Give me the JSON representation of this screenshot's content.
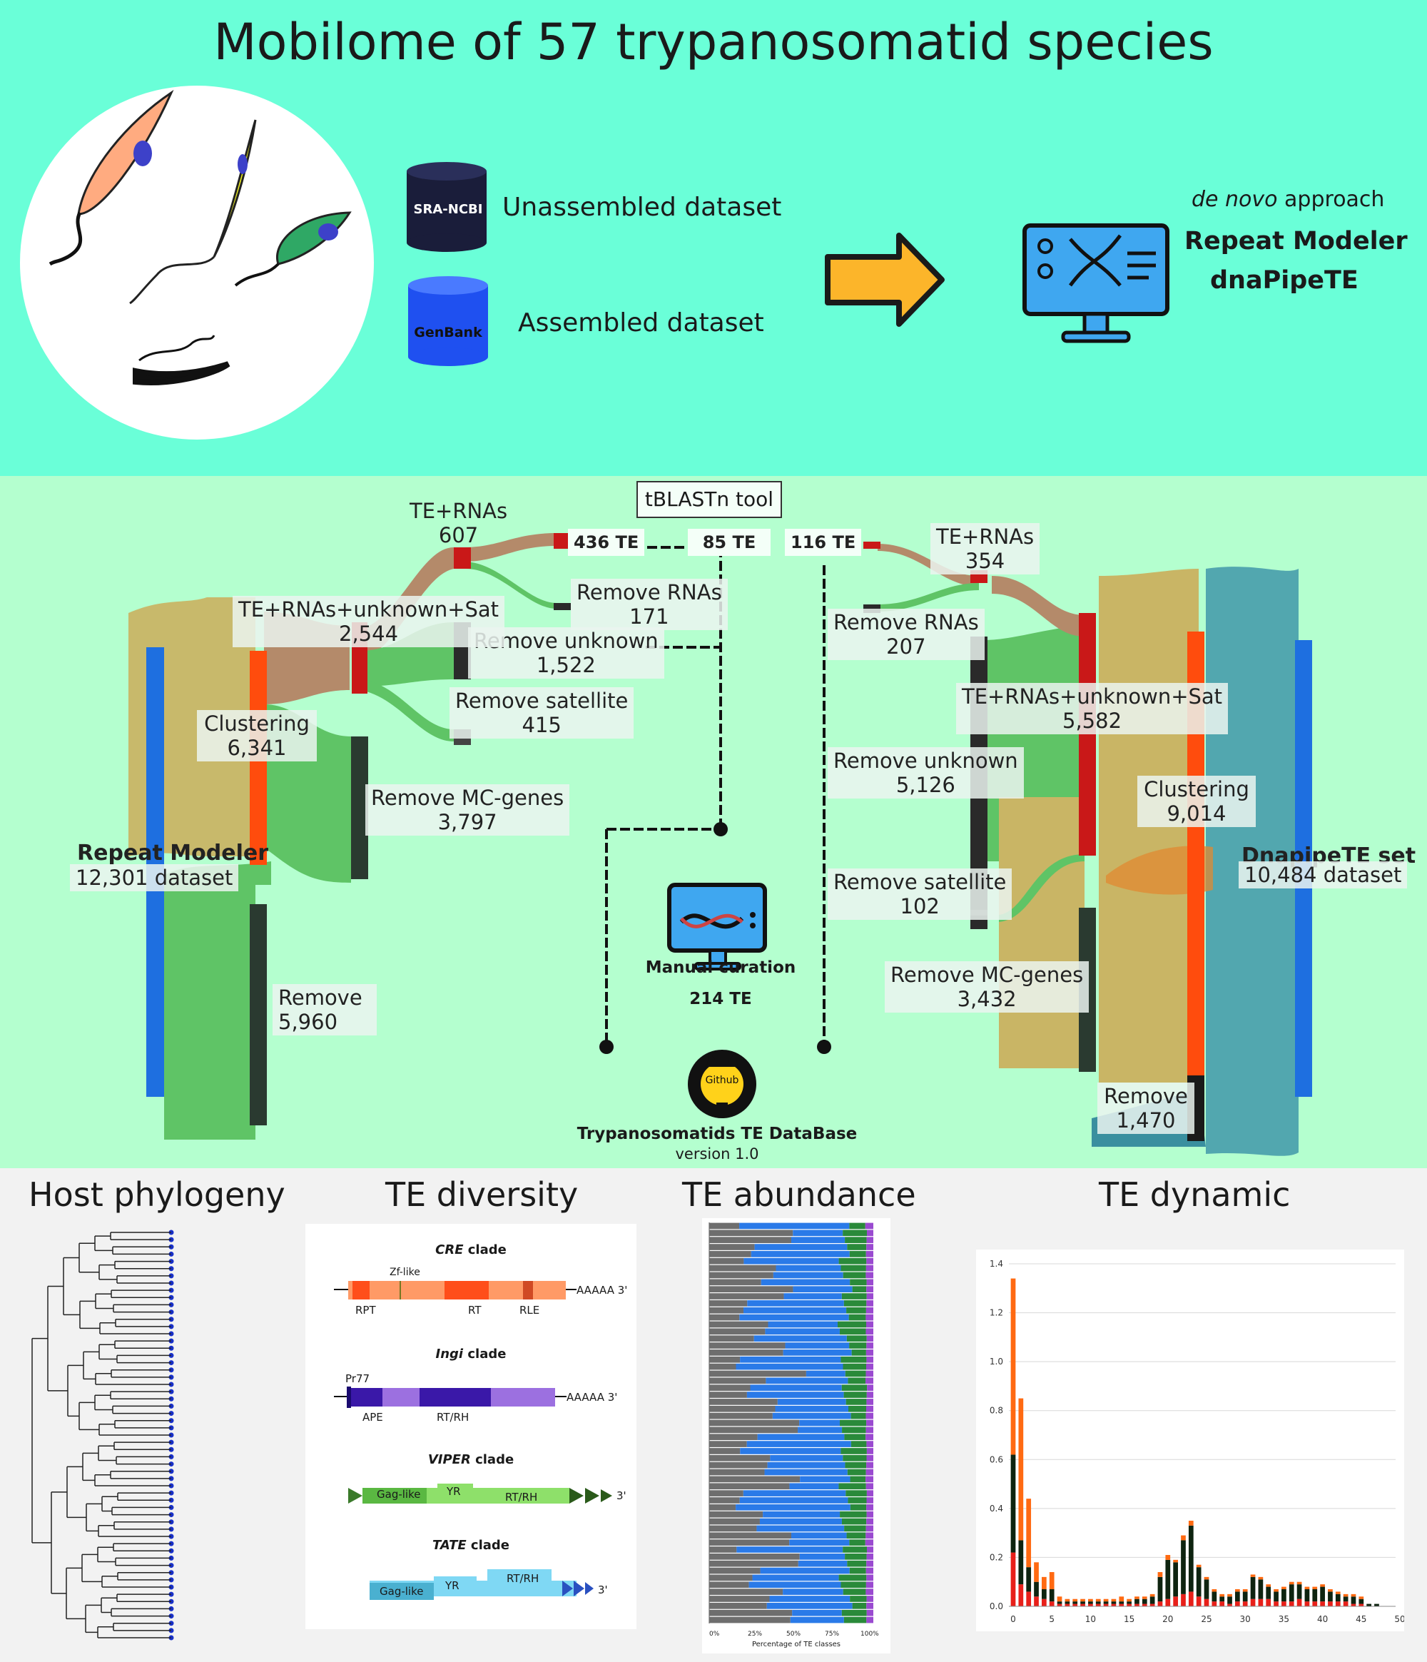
{
  "title": "Mobilome of 57 trypanosomatid species",
  "sources": {
    "sra": {
      "db_label": "SRA-NCBI",
      "desc": "Unassembled dataset"
    },
    "genbank": {
      "db_label": "GenBank",
      "desc": "Assembled dataset"
    }
  },
  "approach": {
    "label_italic": "de novo",
    "label_rest": " approach",
    "tool1": "Repeat Modeler",
    "tool2": "dnaPipeTE"
  },
  "left_flow": {
    "source_label": "Repeat Modeler",
    "source_value": "12,301 dataset",
    "clustering_label": "Clustering",
    "clustering_value": "6,341",
    "remove_label": "Remove",
    "remove_value": "5,960",
    "mc_label": "Remove MC-genes",
    "mc_value": "3,797",
    "sat_label": "Remove satellite",
    "sat_value": "415",
    "unknown_label": "Remove unknown",
    "unknown_value": "1,522",
    "terus_label": "TE+RNAs+unknown+Sat",
    "terus_value": "2,544",
    "rnas_label": "Remove RNAs",
    "rnas_value": "171",
    "ternas_label": "TE+RNAs",
    "ternas_value": "607",
    "te_out": "436 TE"
  },
  "center": {
    "tool": "tBLASTn tool",
    "te85": "85 TE",
    "curation_label": "Manual curation",
    "curation_value": "214 TE",
    "github_label": "Github",
    "db_name": "Trypanosomatids TE DataBase",
    "db_version": "version 1.0"
  },
  "right_flow": {
    "te_out": "116 TE",
    "ternas_label": "TE+RNAs",
    "ternas_value": "354",
    "rnas_label": "Remove RNAs",
    "rnas_value": "207",
    "terus_label": "TE+RNAs+unknown+Sat",
    "terus_value": "5,582",
    "unknown_label": "Remove unknown",
    "unknown_value": "5,126",
    "clustering_label": "Clustering",
    "clustering_value": "9,014",
    "sat_label": "Remove satellite",
    "sat_value": "102",
    "source_label": "DnapipeTE set",
    "source_value": "10,484 dataset",
    "mc_label": "Remove MC-genes",
    "mc_value": "3,432",
    "remove_label": "Remove",
    "remove_value": "1,470"
  },
  "bottom": {
    "phylo_title": "Host phylogeny",
    "diversity_title": "TE diversity",
    "abundance_title": "TE abundance",
    "dynamic_title": "TE dynamic",
    "clades": [
      {
        "name": "CRE",
        "suffix": " clade",
        "domains": [
          "Zf-like",
          "RPT",
          "RT",
          "RLE"
        ],
        "tail": "AAAAA 3'"
      },
      {
        "name": "Ingi",
        "suffix": " clade",
        "domains": [
          "Pr77",
          "APE",
          "RT/RH"
        ],
        "tail": "AAAAA 3'"
      },
      {
        "name": "VIPER",
        "suffix": " clade",
        "domains": [
          "Gag-like",
          "YR",
          "RT/RH"
        ],
        "tail": "3'"
      },
      {
        "name": "TATE",
        "suffix": " clade",
        "domains": [
          "Gag-like",
          "YR",
          "RT/RH"
        ],
        "tail": "3'"
      }
    ],
    "abundance_xlabel": "Percentage of TE classes",
    "abundance_ticks": [
      "0%",
      "25%",
      "50%",
      "75%",
      "100%"
    ]
  },
  "chart_data": {
    "type": "bar",
    "title": "TE dynamic",
    "xlabel": "",
    "ylabel": "",
    "ylim": [
      0,
      1.4
    ],
    "xlim": [
      0,
      50
    ],
    "x_ticks": [
      0,
      5,
      10,
      15,
      20,
      25,
      30,
      35,
      40,
      45,
      50
    ],
    "y_ticks": [
      0.0,
      0.2,
      0.4,
      0.6,
      0.8,
      1.0,
      1.2,
      1.4
    ],
    "categories": [
      0,
      1,
      2,
      3,
      4,
      5,
      6,
      7,
      8,
      9,
      10,
      11,
      12,
      13,
      14,
      15,
      16,
      17,
      18,
      19,
      20,
      21,
      22,
      23,
      24,
      25,
      26,
      27,
      28,
      29,
      30,
      31,
      32,
      33,
      34,
      35,
      36,
      37,
      38,
      39,
      40,
      41,
      42,
      43,
      44,
      45,
      46,
      47,
      48,
      49
    ],
    "series": [
      {
        "color": "#e8201a",
        "values": [
          0.22,
          0.09,
          0.06,
          0.04,
          0.03,
          0.02,
          0.01,
          0.01,
          0.01,
          0.01,
          0.01,
          0.01,
          0.01,
          0.01,
          0.01,
          0.01,
          0.01,
          0.01,
          0.01,
          0.02,
          0.03,
          0.04,
          0.05,
          0.06,
          0.04,
          0.03,
          0.02,
          0.02,
          0.01,
          0.02,
          0.02,
          0.03,
          0.03,
          0.03,
          0.02,
          0.02,
          0.02,
          0.03,
          0.02,
          0.02,
          0.02,
          0.02,
          0.02,
          0.02,
          0.01,
          0.01,
          0.0,
          0.0,
          0.0,
          0.0
        ]
      },
      {
        "color": "#0e2410",
        "values": [
          0.4,
          0.18,
          0.1,
          0.06,
          0.04,
          0.05,
          0.01,
          0.01,
          0.01,
          0.01,
          0.01,
          0.01,
          0.01,
          0.01,
          0.01,
          0.01,
          0.02,
          0.02,
          0.03,
          0.1,
          0.16,
          0.14,
          0.22,
          0.27,
          0.12,
          0.08,
          0.04,
          0.02,
          0.03,
          0.04,
          0.04,
          0.09,
          0.08,
          0.05,
          0.04,
          0.05,
          0.07,
          0.06,
          0.05,
          0.05,
          0.06,
          0.04,
          0.03,
          0.02,
          0.03,
          0.02,
          0.01,
          0.01,
          0.0,
          0.0
        ]
      },
      {
        "color": "#ff6a12",
        "values": [
          0.72,
          0.58,
          0.28,
          0.08,
          0.05,
          0.07,
          0.02,
          0.01,
          0.01,
          0.01,
          0.01,
          0.01,
          0.01,
          0.01,
          0.02,
          0.01,
          0.01,
          0.01,
          0.01,
          0.02,
          0.02,
          0.01,
          0.02,
          0.02,
          0.01,
          0.01,
          0.01,
          0.01,
          0.01,
          0.01,
          0.01,
          0.01,
          0.01,
          0.01,
          0.01,
          0.01,
          0.01,
          0.01,
          0.01,
          0.01,
          0.01,
          0.01,
          0.01,
          0.01,
          0.01,
          0.01,
          0.0,
          0.0,
          0.0,
          0.0
        ]
      }
    ]
  }
}
